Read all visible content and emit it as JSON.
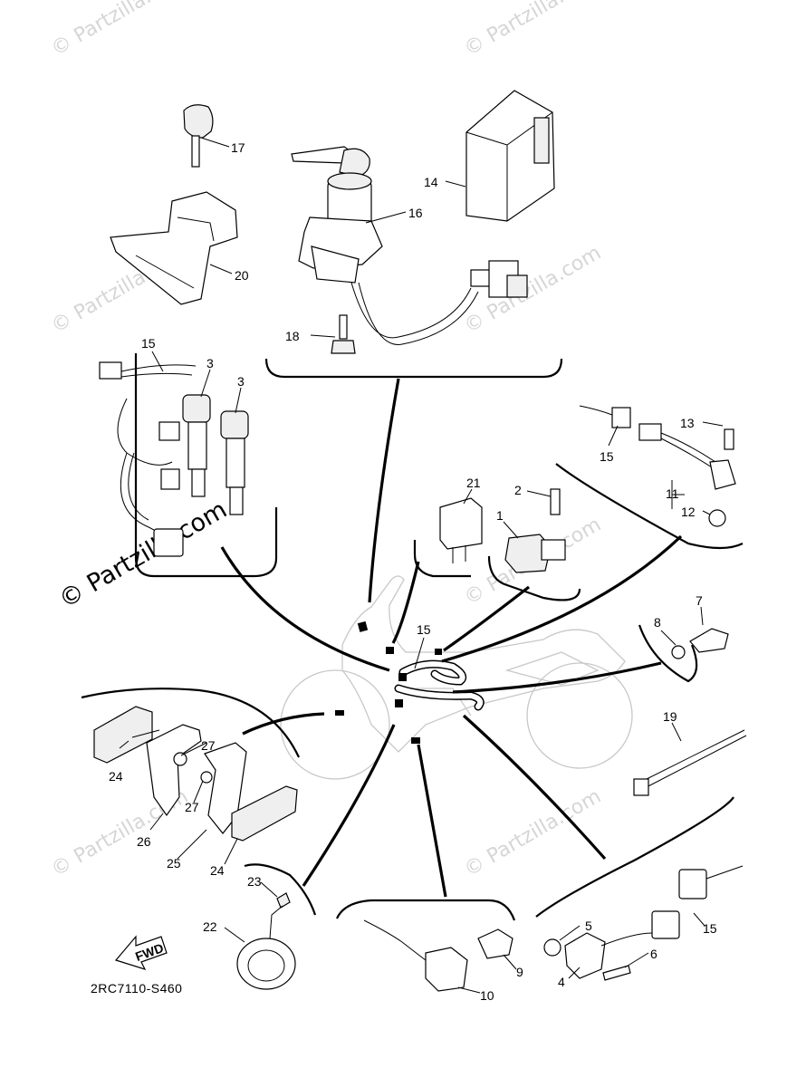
{
  "watermark": {
    "small_text": "© Partzilla.com",
    "big_text": "© Partzilla.com"
  },
  "diagram_code": "2RC7110-S460",
  "direction_arrow_text": "FWD",
  "callouts": [
    {
      "id": "c17",
      "text": "17"
    },
    {
      "id": "c20",
      "text": "20"
    },
    {
      "id": "c16",
      "text": "16"
    },
    {
      "id": "c18",
      "text": "18"
    },
    {
      "id": "c14",
      "text": "14"
    },
    {
      "id": "c15a",
      "text": "15"
    },
    {
      "id": "c3a",
      "text": "3"
    },
    {
      "id": "c3b",
      "text": "3"
    },
    {
      "id": "c13",
      "text": "13"
    },
    {
      "id": "c15b",
      "text": "15"
    },
    {
      "id": "c11",
      "text": "11"
    },
    {
      "id": "c12",
      "text": "12"
    },
    {
      "id": "c21",
      "text": "21"
    },
    {
      "id": "c2",
      "text": "2"
    },
    {
      "id": "c1",
      "text": "1"
    },
    {
      "id": "c15c",
      "text": "15"
    },
    {
      "id": "c8",
      "text": "8"
    },
    {
      "id": "c7",
      "text": "7"
    },
    {
      "id": "c19",
      "text": "19"
    },
    {
      "id": "c27a",
      "text": "27"
    },
    {
      "id": "c24a",
      "text": "24"
    },
    {
      "id": "c27b",
      "text": "27"
    },
    {
      "id": "c26",
      "text": "26"
    },
    {
      "id": "c25",
      "text": "25"
    },
    {
      "id": "c24b",
      "text": "24"
    },
    {
      "id": "c23",
      "text": "23"
    },
    {
      "id": "c22",
      "text": "22"
    },
    {
      "id": "c5",
      "text": "5"
    },
    {
      "id": "c15d",
      "text": "15"
    },
    {
      "id": "c6",
      "text": "6"
    },
    {
      "id": "c4",
      "text": "4"
    },
    {
      "id": "c9",
      "text": "9"
    },
    {
      "id": "c10",
      "text": "10"
    }
  ]
}
